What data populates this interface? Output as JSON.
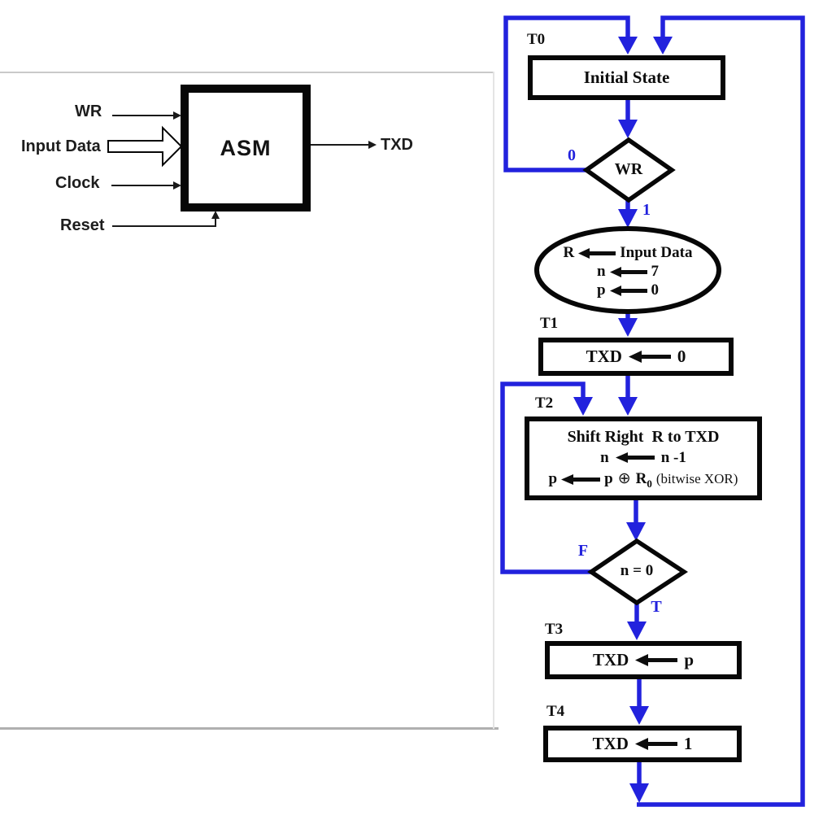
{
  "left_panel": {
    "inputs": [
      {
        "label": "WR"
      },
      {
        "label": "Input Data"
      },
      {
        "label": "Clock"
      },
      {
        "label": "Reset"
      }
    ],
    "block_label": "ASM",
    "output_label": "TXD"
  },
  "flowchart": {
    "colors": {
      "connector_blue": "#2222dd",
      "shape_black": "#070707"
    },
    "t0": {
      "label": "T0",
      "text": "Initial State"
    },
    "wr_decision": {
      "text": "WR",
      "false_label": "0",
      "true_label": "1"
    },
    "init_ellipse": {
      "rows": [
        {
          "lhs": "R",
          "rhs": "Input Data"
        },
        {
          "lhs": "n",
          "rhs": "7"
        },
        {
          "lhs": "p",
          "rhs": "0"
        }
      ]
    },
    "t1": {
      "label": "T1",
      "row": {
        "lhs": "TXD",
        "rhs": "0"
      }
    },
    "t2": {
      "label": "T2",
      "title": "Shift Right  R to TXD",
      "row_n": {
        "lhs": "n",
        "rhs": "n -1"
      },
      "row_p": {
        "lhs": "p",
        "rhs_pre": "p",
        "xor": "⊕",
        "reg": "R",
        "reg_sub": "0",
        "note": "(bitwise XOR)"
      }
    },
    "n_decision": {
      "text": "n = 0",
      "false_label": "F",
      "true_label": "T"
    },
    "t3": {
      "label": "T3",
      "row": {
        "lhs": "TXD",
        "rhs": "p"
      }
    },
    "t4": {
      "label": "T4",
      "row": {
        "lhs": "TXD",
        "rhs": "1"
      }
    }
  }
}
